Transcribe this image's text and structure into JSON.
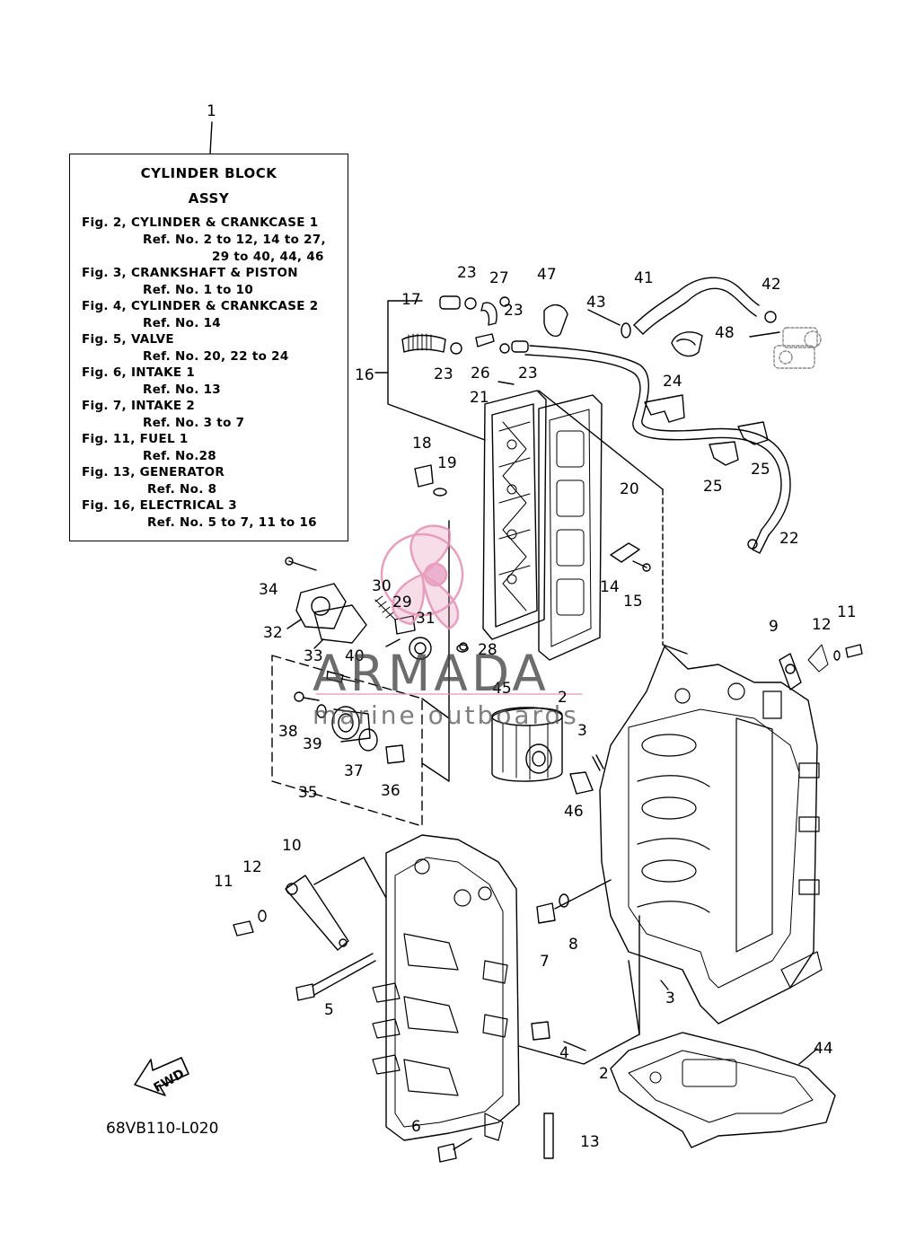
{
  "legend": {
    "ref_number": "1",
    "title_line1": "CYLINDER BLOCK",
    "title_line2": "ASSY",
    "lines": [
      "Fig. 2, CYLINDER & CRANKCASE 1",
      "Ref. No. 2 to 12, 14 to 27,",
      "29 to 40, 44, 46",
      "Fig. 3, CRANKSHAFT & PISTON",
      "Ref. No. 1 to 10",
      "Fig. 4, CYLINDER & CRANKCASE 2",
      "Ref. No. 14",
      "Fig. 5, VALVE",
      "Ref. No. 20, 22 to 24",
      "Fig. 6, INTAKE 1",
      "Ref. No. 13",
      "Fig. 7, INTAKE 2",
      "Ref. No. 3 to 7",
      "Fig. 11, FUEL 1",
      "Ref. No.28",
      "Fig. 13, GENERATOR",
      "Ref. No. 8",
      "Fig. 16, ELECTRICAL 3",
      "Ref. No. 5 to 7, 11 to 16"
    ]
  },
  "callouts": [
    "17",
    "23",
    "27",
    "47",
    "41",
    "42",
    "43",
    "23",
    "48",
    "23",
    "26",
    "23",
    "16",
    "21",
    "24",
    "25",
    "25",
    "18",
    "19",
    "20",
    "22",
    "14",
    "15",
    "34",
    "30",
    "29",
    "31",
    "32",
    "33",
    "40",
    "28",
    "45",
    "9",
    "12",
    "11",
    "2",
    "3",
    "38",
    "39",
    "37",
    "36",
    "35",
    "46",
    "10",
    "11",
    "12",
    "7",
    "8",
    "5",
    "3",
    "4",
    "2",
    "44",
    "6",
    "13"
  ],
  "watermark": {
    "brand": "ARMADA",
    "tagline": "marine outboards"
  },
  "diagram_code": "68VB110-L020",
  "fwd_label": "FWD",
  "colors": {
    "line": "#000000",
    "watermark_accent": "#e38fb5",
    "watermark_text": "#3c3c3c"
  }
}
